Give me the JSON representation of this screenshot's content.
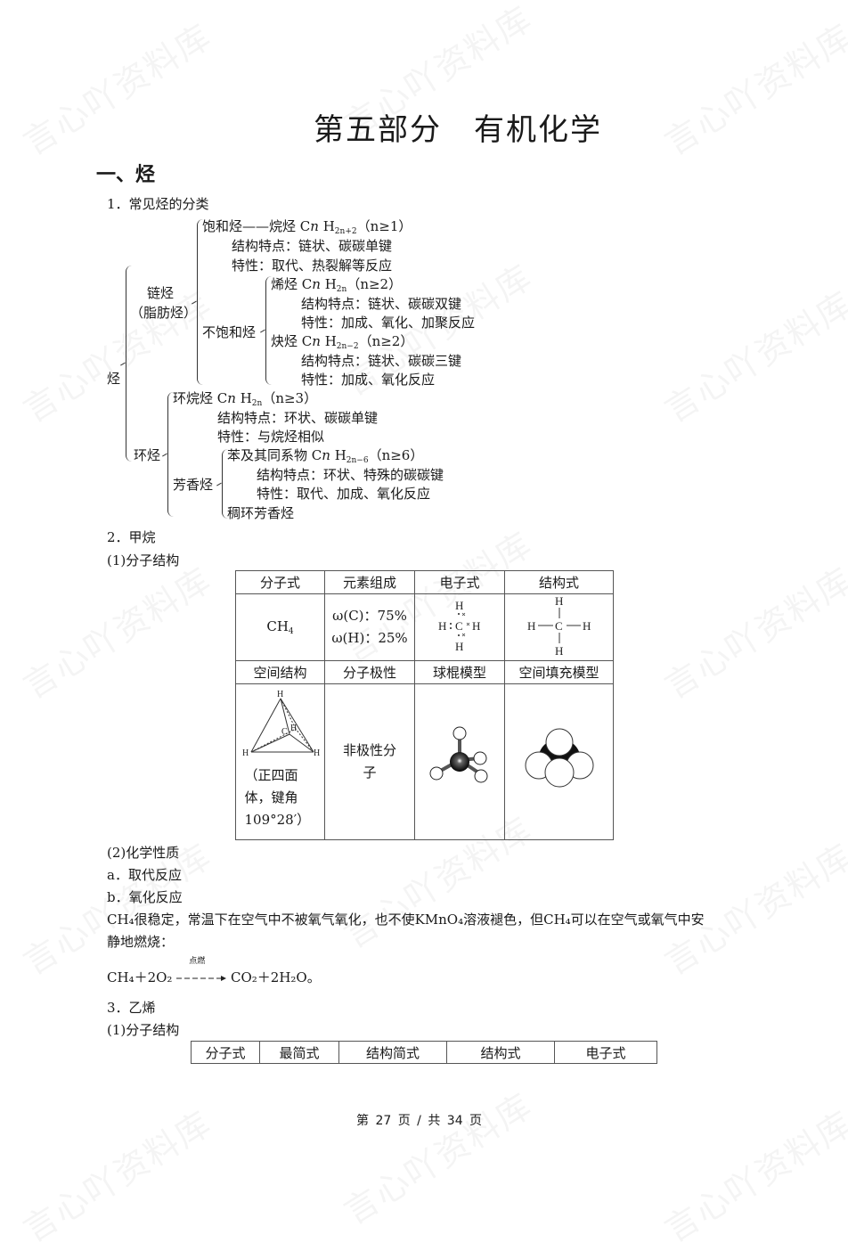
{
  "watermark": "言心吖资料库",
  "title": "第五部分　有机化学",
  "section1": {
    "heading": "一、烃",
    "sub1": "1．常见烃的分类",
    "tree": {
      "root": "烃",
      "chain": "链烃",
      "chain_alias": "（脂肪烃）",
      "saturated": "饱和烃",
      "alkane_line": "——烷烃 C",
      "alkane_sub": "2n+2",
      "alkane_cond": "（n≥1）",
      "alkane_struct": "结构特点：链状、碳碳单键",
      "alkane_prop": "特性：取代、热裂解等反应",
      "unsaturated": "不饱和烃",
      "alkene": "烯烃 C",
      "alkene_sub": "2n",
      "alkene_cond": "（n≥2）",
      "alkene_struct": "结构特点：链状、碳碳双键",
      "alkene_prop": "特性：加成、氧化、加聚反应",
      "alkyne": "炔烃 C",
      "alkyne_sub": "2n−2",
      "alkyne_cond": "（n≥2）",
      "alkyne_struct": "结构特点：链状、碳碳三键",
      "alkyne_prop": "特性：加成、氧化反应",
      "ring": "环烃",
      "cycloalkane": "环烷烃 C",
      "cycloalkane_sub": "2n",
      "cycloalkane_cond": "（n≥3）",
      "cycloalkane_struct": "结构特点：环状、碳碳单键",
      "cycloalkane_prop": "特性：与烷烃相似",
      "aromatic": "芳香烃",
      "benzene": "苯及其同系物 C",
      "benzene_sub": "2n−6",
      "benzene_cond": "（n≥6）",
      "benzene_struct": "结构特点：环状、特殊的碳碳键",
      "benzene_prop": "特性：取代、加成、氧化反应",
      "fused": "稠环芳香烃"
    },
    "sub2": "2．甲烷",
    "sub2_1": "(1)分子结构",
    "methane_table": {
      "headers1": [
        "分子式",
        "元素组成",
        "电子式",
        "结构式"
      ],
      "formula": "CH",
      "formula_sub": "4",
      "composition": [
        "ω(C)：75%",
        "ω(H)：25%"
      ],
      "headers2": [
        "空间结构",
        "分子极性",
        "球棍模型",
        "空间填充模型"
      ],
      "shape": "（正四面体，键角109°28′）",
      "polarity": "非极性分子"
    },
    "sub2_2": "(2)化学性质",
    "react_a": "a．取代反应",
    "react_b": "b．氧化反应",
    "para": "CH₄很稳定，常温下在空气中不被氧气氧化，也不使KMnO₄溶液褪色，但CH₄可以在空气或氧气中安",
    "para2": "静地燃烧：",
    "equation_left": "CH₄＋2O₂",
    "equation_cond": "点燃",
    "equation_right": "CO₂＋2H₂O。",
    "sub3": "3．乙烯",
    "sub3_1": "(1)分子结构",
    "ethylene_headers": [
      "分子式",
      "最简式",
      "结构简式",
      "结构式",
      "电子式"
    ]
  },
  "footer": "第 27 页 / 共 34 页"
}
